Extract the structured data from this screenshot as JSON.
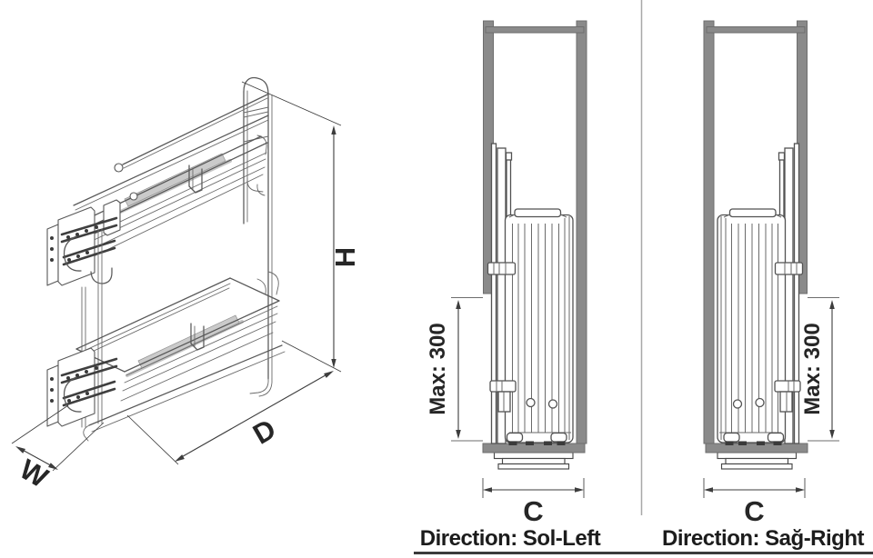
{
  "iso_view": {
    "dim_h_label": "H",
    "dim_d_label": "D",
    "dim_w_label": "W"
  },
  "front_view_left": {
    "max_dim_label": "Max: 300",
    "width_dim_label": "C",
    "direction_label": "Direction: Sol-Left"
  },
  "front_view_right": {
    "max_dim_label": "Max: 300",
    "width_dim_label": "C",
    "direction_label": "Direction: Sağ-Right"
  },
  "colors": {
    "panel_gray": "#8a8a8a",
    "panel_border": "#6d6d6d",
    "wireframe_line": "#585858",
    "dimension_line": "#3d3d3d",
    "label_text": "#262626",
    "direction_text": "#1c1c1c",
    "divider_gray": "#a8a8a8",
    "bottom_rule": "#3a3a3a"
  }
}
